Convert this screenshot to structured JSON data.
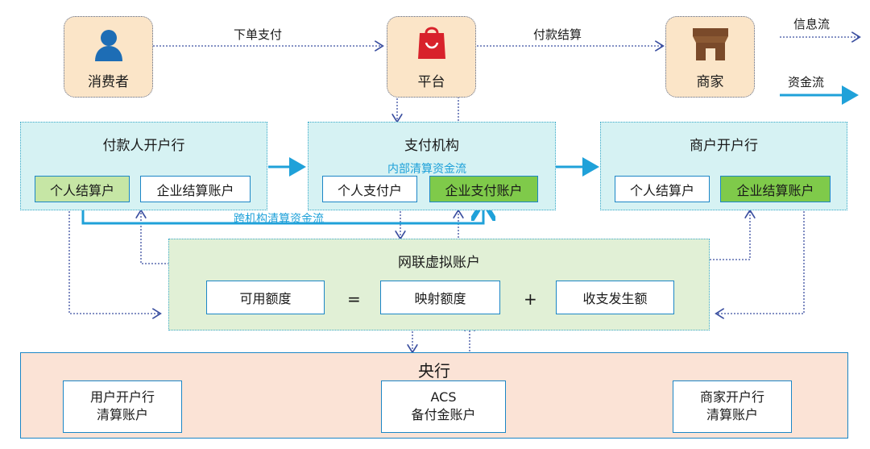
{
  "actors": {
    "consumer": "消费者",
    "platform": "平台",
    "merchant": "商家"
  },
  "flows": {
    "order_pay": "下单支付",
    "payment_settle": "付款结算"
  },
  "legend": {
    "info_flow": "信息流",
    "fund_flow": "资金流"
  },
  "payer_bank": {
    "title": "付款人开户行",
    "personal": "个人结算户",
    "enterprise": "企业结算账户"
  },
  "payment_institution": {
    "title": "支付机构",
    "personal": "个人支付户",
    "enterprise": "企业支付账户",
    "internal_flow": "内部清算资金流"
  },
  "merchant_bank": {
    "title": "商户开户行",
    "personal": "个人结算户",
    "enterprise": "企业结算账户"
  },
  "cross_flow": "跨机构清算资金流",
  "virtual_account": {
    "title": "网联虚拟账户",
    "available": "可用额度",
    "equals": "=",
    "mapped": "映射额度",
    "plus": "+",
    "transactions": "收支发生额"
  },
  "central_bank": {
    "title": "央行",
    "user_bank_line1": "用户开户行",
    "user_bank_line2": "清算账户",
    "acs_line1": "ACS",
    "acs_line2": "备付金账户",
    "merchant_bank_line1": "商家开户行",
    "merchant_bank_line2": "清算账户"
  },
  "colors": {
    "fund_flow": "#1fa1d9",
    "info_flow": "#3b4fa0",
    "actor_bg": "#fbe5c8",
    "inst_bg": "#d6f2f3",
    "virtual_bg": "#e1f0d6",
    "central_bg": "#fbe3d6",
    "account_green": "#7fca4a"
  }
}
